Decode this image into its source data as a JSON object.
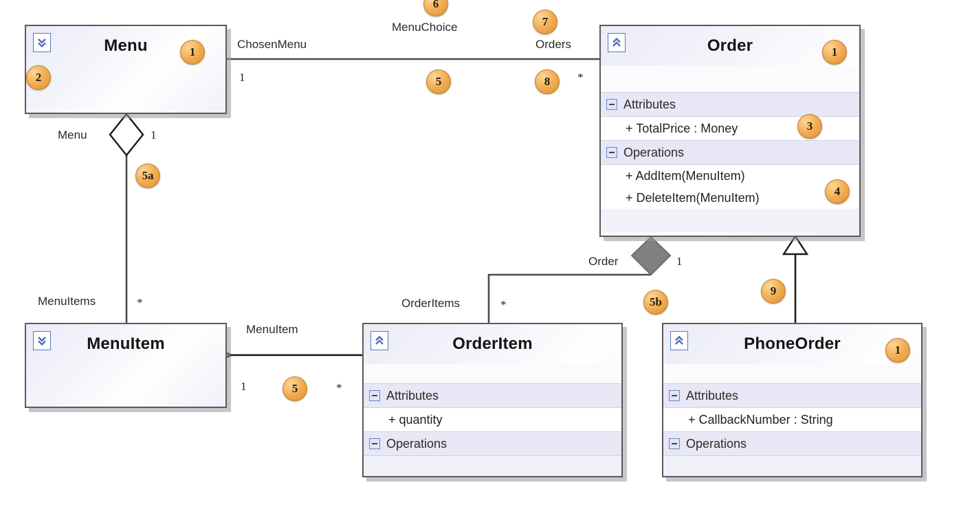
{
  "diagram": {
    "type": "uml-class-diagram",
    "title": "Menu / Order UML Class Diagram"
  },
  "classes": [
    {
      "id": "menu",
      "name": "Menu",
      "expander_icon": "chevron-double-down-icon",
      "collapsed": true,
      "sections": [],
      "badges": [
        {
          "label": "1"
        },
        {
          "label": "2"
        }
      ]
    },
    {
      "id": "order",
      "name": "Order",
      "expander_icon": "chevron-double-up-icon",
      "collapsed": false,
      "sections": [
        {
          "header": "Attributes",
          "members": [
            "+ TotalPrice : Money"
          ]
        },
        {
          "header": "Operations",
          "members": [
            "+ AddItem(MenuItem)",
            "+ DeleteItem(MenuItem)"
          ]
        }
      ],
      "badges": [
        {
          "label": "1"
        },
        {
          "label": "3"
        },
        {
          "label": "4"
        }
      ]
    },
    {
      "id": "menuitem",
      "name": "MenuItem",
      "expander_icon": "chevron-double-down-icon",
      "collapsed": true,
      "sections": [],
      "badges": []
    },
    {
      "id": "orderitem",
      "name": "OrderItem",
      "expander_icon": "chevron-double-up-icon",
      "collapsed": false,
      "sections": [
        {
          "header": "Attributes",
          "members": [
            "+ quantity"
          ]
        },
        {
          "header": "Operations",
          "members": []
        }
      ],
      "badges": []
    },
    {
      "id": "phoneorder",
      "name": "PhoneOrder",
      "expander_icon": "chevron-double-up-icon",
      "collapsed": false,
      "sections": [
        {
          "header": "Attributes",
          "members": [
            "+ CallbackNumber : String"
          ]
        },
        {
          "header": "Operations",
          "members": []
        }
      ],
      "badges": [
        {
          "label": "1"
        }
      ]
    }
  ],
  "labels": {
    "menu_title": "Menu",
    "order_title": "Order",
    "menuitem_title": "MenuItem",
    "orderitem_title": "OrderItem",
    "phoneorder_title": "PhoneOrder",
    "order_attributes_header": "Attributes",
    "order_attr_1": "+ TotalPrice : Money",
    "order_operations_header": "Operations",
    "order_op_1": "+ AddItem(MenuItem)",
    "order_op_2": "+ DeleteItem(MenuItem)",
    "orderitem_attributes_header": "Attributes",
    "orderitem_attr_1": "+ quantity",
    "orderitem_operations_header": "Operations",
    "phoneorder_attributes_header": "Attributes",
    "phoneorder_attr_1": "+ CallbackNumber : String",
    "phoneorder_operations_header": "Operations"
  },
  "associations": [
    {
      "id": "menu-order",
      "name": "MenuChoice",
      "source_role": "ChosenMenu",
      "source_mult": "1",
      "target_role": "Orders",
      "target_mult": "*",
      "badges": [
        "6",
        "7",
        "5",
        "8"
      ]
    },
    {
      "id": "menu-menuitem",
      "name": "",
      "source_role": "Menu",
      "source_mult": "1",
      "target_role": "MenuItems",
      "target_mult": "*",
      "kind": "aggregation",
      "badges": [
        "5a"
      ]
    },
    {
      "id": "order-orderitem",
      "name": "",
      "source_role": "Order",
      "source_mult": "1",
      "target_role": "OrderItems",
      "target_mult": "*",
      "kind": "composition",
      "badges": [
        "5b"
      ]
    },
    {
      "id": "orderitem-menuitem",
      "name": "",
      "source_role": "MenuItem",
      "source_mult": "1",
      "target_mult": "*",
      "kind": "association",
      "badges": [
        "5"
      ]
    },
    {
      "id": "phoneorder-order",
      "name": "",
      "kind": "generalization",
      "badges": [
        "9"
      ]
    }
  ],
  "edge_labels": {
    "chosen_menu": "ChosenMenu",
    "menu_choice": "MenuChoice",
    "orders": "Orders",
    "menu_role": "Menu",
    "menu_items": "MenuItems",
    "order_role": "Order",
    "order_items": "OrderItems",
    "menu_item_role": "MenuItem"
  },
  "multiplicities": {
    "menu_side_one": "1",
    "order_side_star": "*",
    "menu_agg_one": "1",
    "menuitem_star": "*",
    "order_comp_one": "1",
    "orderitems_star": "*",
    "menuitem_one": "1",
    "orderitem_star": "*"
  },
  "badges": {
    "b1_menu": "1",
    "b2_menu": "2",
    "b1_order": "1",
    "b3_order": "3",
    "b4_order": "4",
    "b1_phoneorder": "1",
    "b5_assoc": "5",
    "b5a": "5a",
    "b5b": "5b",
    "b5_menuitem": "5",
    "b6": "6",
    "b7": "7",
    "b8": "8",
    "b9": "9"
  },
  "colors": {
    "badge_fill": "#f2ae55",
    "badge_border": "#c47f24",
    "class_border": "#5a5a5a",
    "class_body": "#f4f4fb",
    "section_band": "#e7e7f5",
    "expander_border": "#5577c8",
    "chevron": "#4f6fb5",
    "line": "#1a1a1a",
    "composition_diamond": "#808080",
    "shadow": "#9696a0"
  }
}
